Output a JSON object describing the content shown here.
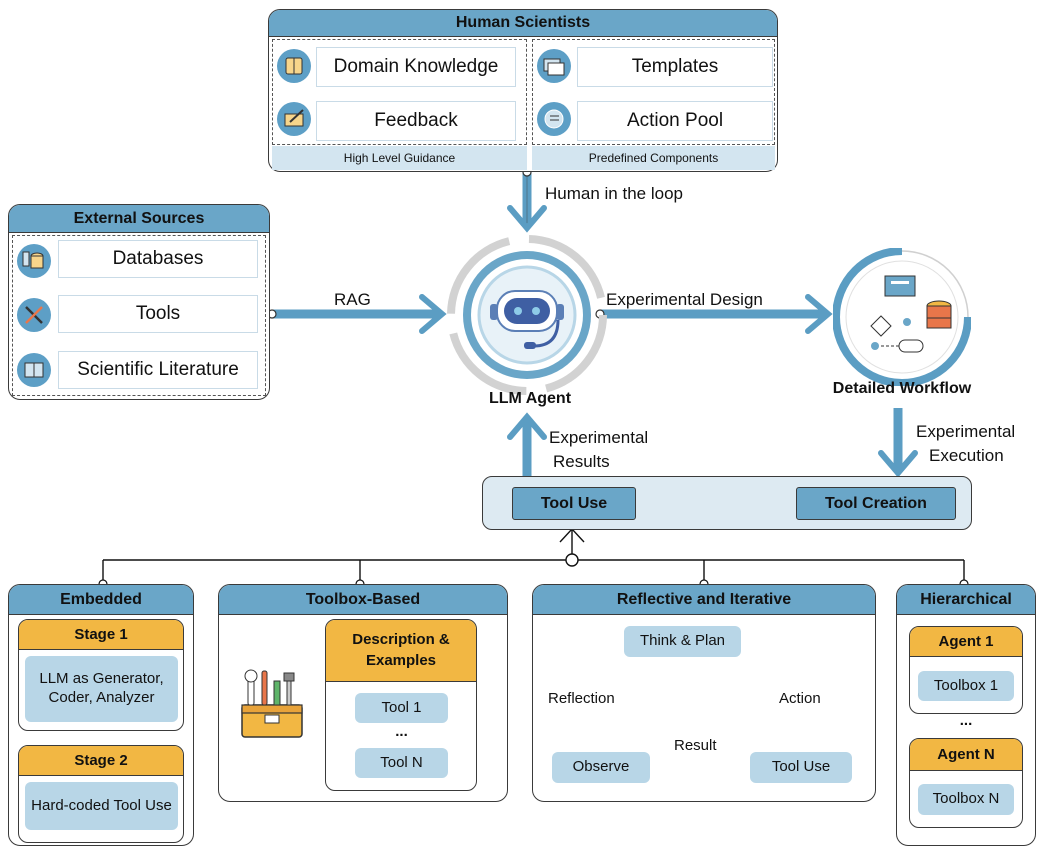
{
  "human": {
    "title": "Human Scientists",
    "guidance_label": "High Level Guidance",
    "components_label": "Predefined Components",
    "items": [
      "Domain Knowledge",
      "Feedback",
      "Templates",
      "Action Pool"
    ]
  },
  "external": {
    "title": "External Sources",
    "items": [
      "Databases",
      "Tools",
      "Scientific Literature"
    ]
  },
  "agent": {
    "label": "LLM Agent"
  },
  "workflow": {
    "label": "Detailed Workflow"
  },
  "edges": {
    "human_in_loop": "Human in the loop",
    "rag": "RAG",
    "design": "Experimental Design",
    "results_1": "Experimental",
    "results_2": "Results",
    "exec_1": "Experimental",
    "exec_2": "Execution"
  },
  "tools_bar": {
    "use": "Tool Use",
    "creation": "Tool Creation"
  },
  "embedded": {
    "title": "Embedded",
    "stage1": "Stage 1",
    "stage1_body": "LLM as Generator, Coder, Analyzer",
    "stage2": "Stage 2",
    "stage2_body": "Hard-coded Tool Use"
  },
  "toolbox": {
    "title": "Toolbox-Based",
    "desc": "Description & Examples",
    "tool1": "Tool 1",
    "ellipsis": "...",
    "toolN": "Tool N"
  },
  "reflective": {
    "title": "Reflective and Iterative",
    "think": "Think & Plan",
    "tooluse": "Tool Use",
    "observe": "Observe",
    "reflection": "Reflection",
    "action": "Action",
    "result": "Result"
  },
  "hier": {
    "title": "Hierarchical",
    "agent1": "Agent 1",
    "toolbox1": "Toolbox 1",
    "ellipsis": "...",
    "agentN": "Agent N",
    "toolboxN": "Toolbox N"
  },
  "colors": {
    "blue": "#6aa6c8",
    "light_blue": "#b8d6e7",
    "orange": "#f2b743",
    "arrow": "#5b9dc3"
  }
}
